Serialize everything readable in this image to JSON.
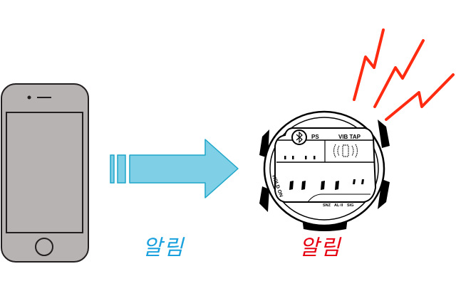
{
  "diagram": {
    "description": "Smartphone sends notification to watch; watch alerts",
    "phone": {
      "label": "알림",
      "body_color": "#b7b3b2",
      "outline_color": "#231f20"
    },
    "arrow": {
      "direction": "right",
      "fill_color": "#7fd0e6",
      "stroke_color": "#1ea6c9"
    },
    "watch": {
      "label": "알림",
      "display": {
        "bluetooth_icon": "bluetooth-icon",
        "top_left_text": "PS",
        "top_right_text": "VIB TAP",
        "vibrate_icon": "vibrating-phone-icon",
        "side_text": "HOLD ON",
        "bottom_indicators": [
          "SNZ",
          "AL·II",
          "SIG"
        ]
      }
    },
    "alert_signal": {
      "icon": "lightning-bolt-icon",
      "count": 3,
      "color": "#ff2a10"
    },
    "colors": {
      "phone_label": "#1ba1dd",
      "watch_label": "#e60012"
    }
  }
}
